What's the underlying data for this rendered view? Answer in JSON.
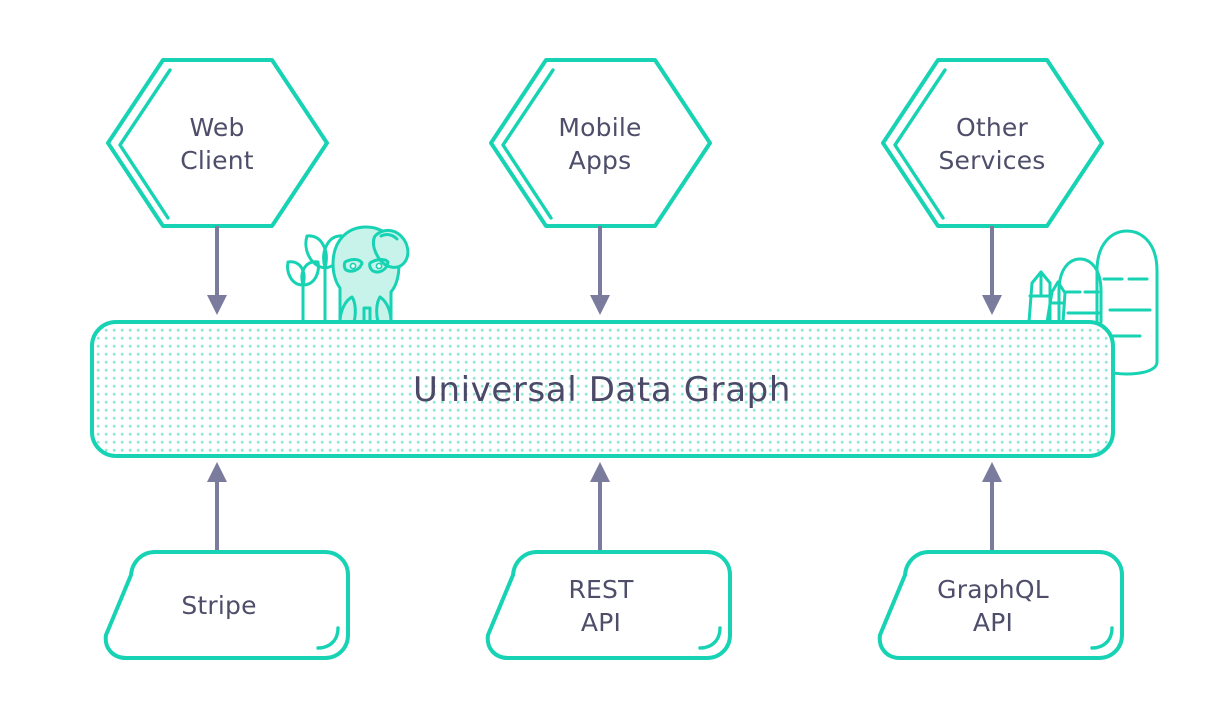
{
  "diagram": {
    "title": "Universal Data Graph",
    "colors": {
      "teal": "#17d3b4",
      "teal_light": "#7fe3d4",
      "dot": "#8fe6d8",
      "slate": "#4a4a68",
      "arrow": "#7b7b9e",
      "creature_fill": "#c7f3ea",
      "background": "#ffffff"
    },
    "consumers": [
      {
        "id": "web-client",
        "line1": "Web",
        "line2": "Client",
        "shape": "hexagon"
      },
      {
        "id": "mobile-apps",
        "line1": "Mobile",
        "line2": "Apps",
        "shape": "hexagon"
      },
      {
        "id": "other-services",
        "line1": "Other",
        "line2": "Services",
        "shape": "hexagon"
      }
    ],
    "center": {
      "id": "universal-data-graph",
      "label": "Universal Data Graph",
      "shape": "dotted-rounded-bar"
    },
    "sources": [
      {
        "id": "stripe",
        "line1": "Stripe",
        "line2": "",
        "shape": "skewed-rounded-box"
      },
      {
        "id": "rest-api",
        "line1": "REST",
        "line2": "API",
        "shape": "skewed-rounded-box"
      },
      {
        "id": "graphql-api",
        "line1": "GraphQL",
        "line2": "API",
        "shape": "skewed-rounded-box"
      }
    ],
    "connectors": [
      {
        "id": "web-client-to-graph",
        "direction": "down"
      },
      {
        "id": "mobile-apps-to-graph",
        "direction": "down"
      },
      {
        "id": "other-services-to-graph",
        "direction": "down"
      },
      {
        "id": "stripe-to-graph",
        "direction": "up"
      },
      {
        "id": "rest-api-to-graph",
        "direction": "up"
      },
      {
        "id": "graphql-api-to-graph",
        "direction": "up"
      }
    ],
    "decorations": [
      {
        "id": "creature-mascot",
        "side": "left"
      },
      {
        "id": "plant-leaves",
        "side": "left"
      },
      {
        "id": "crystals",
        "side": "right"
      },
      {
        "id": "rock-hills",
        "side": "right"
      }
    ]
  }
}
